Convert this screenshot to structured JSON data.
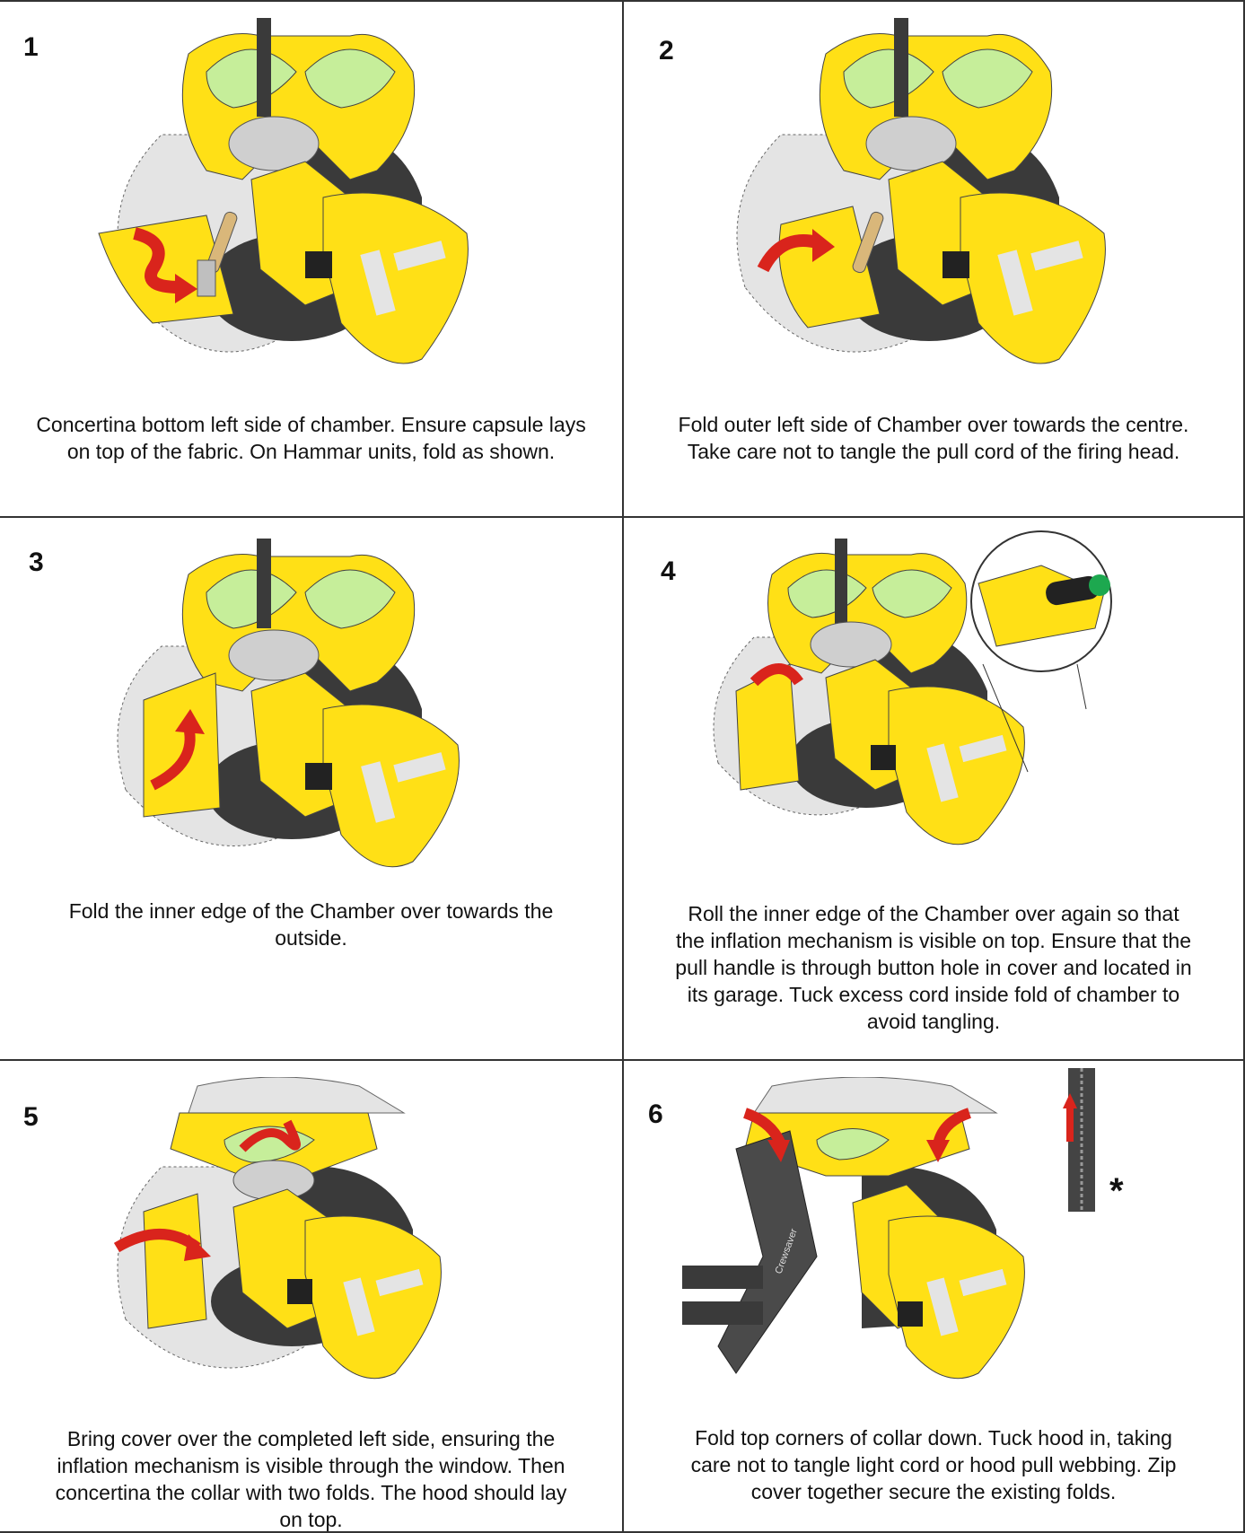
{
  "colors": {
    "yellow": "#FFE016",
    "yellow_shadow": "#E6C700",
    "green": "#C6EE9A",
    "dark": "#3A3A3A",
    "grey": "#BFBFBF",
    "light_grey": "#E4E4E4",
    "arrow_red": "#D9241C",
    "border": "#333333"
  },
  "panels": [
    {
      "number": "1",
      "caption": "Concertina bottom left side of chamber. Ensure capsule lays\non top of the fabric. On Hammar units, fold as shown."
    },
    {
      "number": "2",
      "caption": "Fold outer left side of Chamber over towards the centre.\nTake care not to tangle the pull cord of the firing head."
    },
    {
      "number": "3",
      "caption": "Fold the inner edge of the Chamber over towards the\noutside."
    },
    {
      "number": "4",
      "caption": "Roll the inner edge of the Chamber over again so that\nthe inflation mechanism is visible on top. Ensure that the\npull handle is through button hole in cover and located in\nits garage. Tuck excess cord inside fold of chamber to\navoid tangling."
    },
    {
      "number": "5",
      "caption": "Bring cover over the completed left side, ensuring  the\ninflation mechanism is visible through the window. Then\nconcertina the collar with two folds.  The hood should lay\non top."
    },
    {
      "number": "6",
      "caption": "Fold top corners of collar down. Tuck hood in, taking\ncare not to tangle light cord or hood pull webbing. Zip\ncover together secure the existing folds.",
      "zip_note": "*",
      "brand_label": "Crewsaver"
    }
  ]
}
